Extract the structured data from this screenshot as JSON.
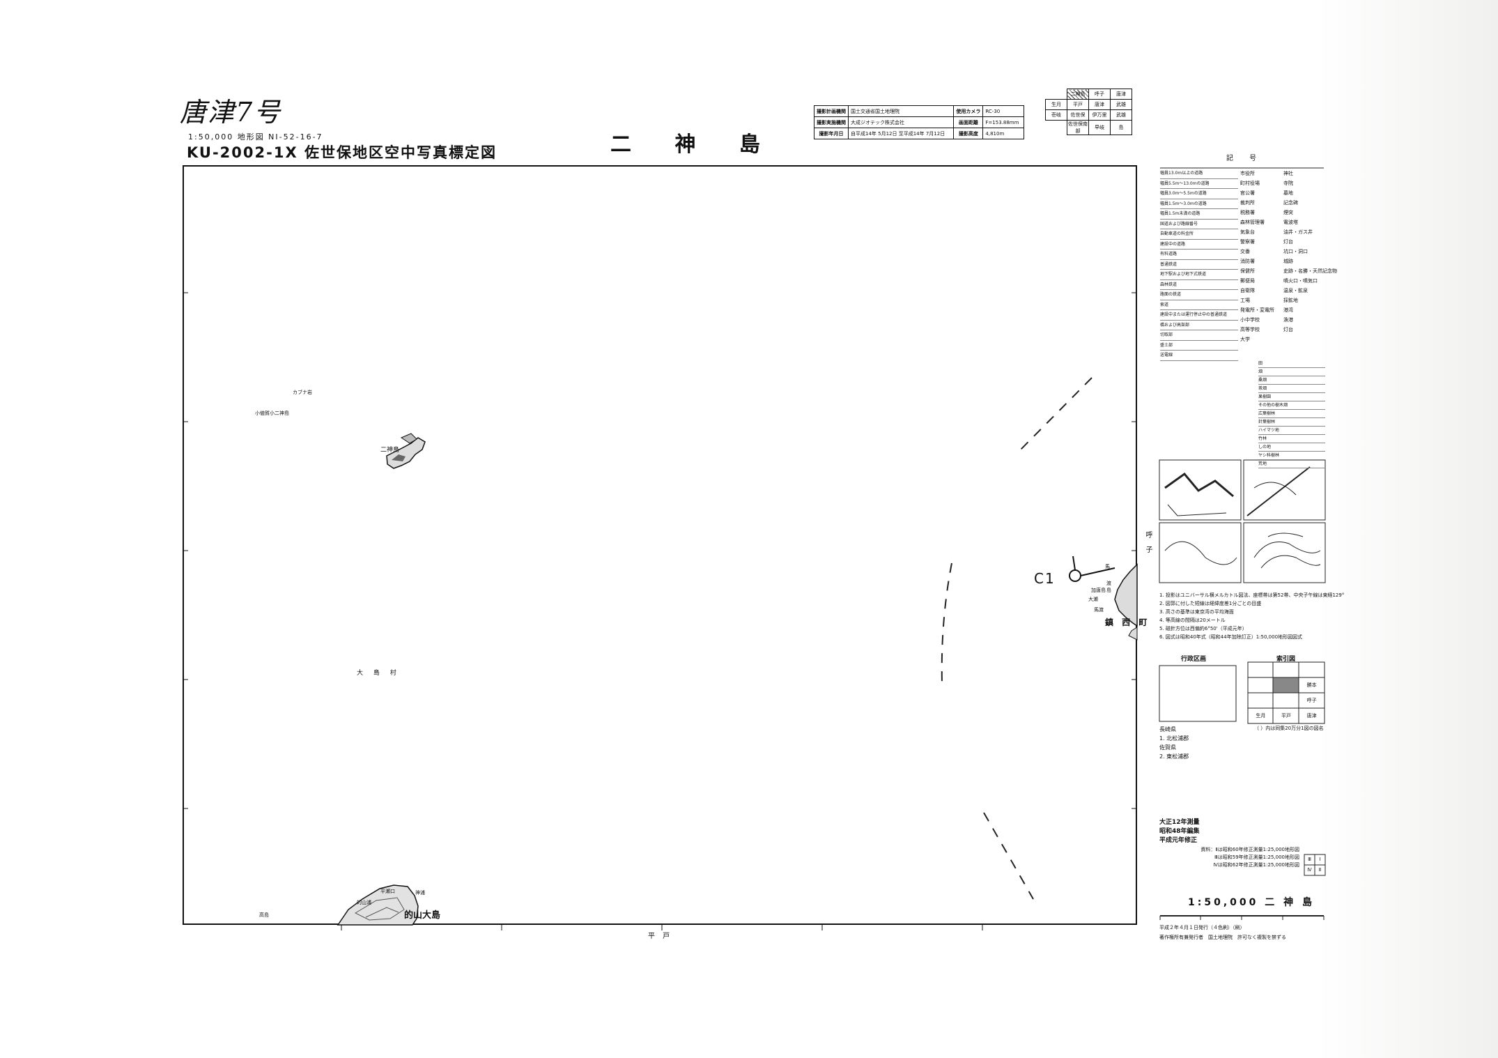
{
  "header": {
    "handwritten": "唐津7号",
    "series_line": "1:50,000 地形図  NI-52-16-7",
    "survey_title": "KU-2002-1X  佐世保地区空中写真標定図",
    "map_name": "二 神 島"
  },
  "info_table": {
    "rows": [
      [
        "撮影計画機関",
        "国土交通省国土地理院",
        "使用カメラ",
        "RC-30"
      ],
      [
        "撮影実施機関",
        "大成ジオテック株式会社",
        "画面距離",
        "F=153.88mm"
      ],
      [
        "撮影年月日",
        "自平成14年 5月12日 至平成14年 7月12日",
        "撮影高度",
        "4,810m"
      ]
    ]
  },
  "index_grid": {
    "rows": [
      [
        "",
        "二神島",
        "呼子",
        "唐津"
      ],
      [
        "生月",
        "平戸",
        "唐津",
        "武雄"
      ],
      [
        "壱岐",
        "佐世保",
        "伊万里",
        "武雄"
      ],
      [
        "",
        "佐世保南部",
        "早岐",
        "島"
      ]
    ]
  },
  "map": {
    "labels": {
      "island_name": "二神島",
      "north_island_small": "カブナ岩",
      "northwest_small": "小値賀小二神島",
      "village": "大 島 村",
      "south_island": "的山大島",
      "south_small_1": "平瀬口",
      "south_small_2": "神浦",
      "south_small_3": "的山浦",
      "south_small_4": "高島",
      "east_point": "C1",
      "east_town": "鎮 西 町",
      "east_island": "加唐島",
      "east_small_1": "馬",
      "east_small_2": "渡",
      "east_small_3": "島",
      "east_small_4": "大瀬",
      "east_small_5": "馬渡",
      "bottom_adjacent": "平 戸",
      "right_adjacent": "呼 子"
    }
  },
  "legend": {
    "title": "記 号",
    "road_items": [
      "幅員13.0m以上の道路",
      "幅員5.5m〜13.0mの道路",
      "幅員3.0m〜5.5mの道路",
      "幅員1.5m〜3.0mの道路",
      "幅員1.5m未満の道路",
      "国道および路線番号",
      "自動車道の料金所",
      "建設中の道路",
      "有料道路",
      "普通鉄道",
      "地下駅および地下式鉄道",
      "森林鉄道",
      "路面の鉄道",
      "索道",
      "建設中または運行停止中の普通鉄道",
      "橋および高架部",
      "切取部",
      "盛土部",
      "送電線"
    ],
    "symbol_items": [
      "市役所",
      "町村役場",
      "官公署",
      "裁判所",
      "税務署",
      "森林管理署",
      "気象台",
      "警察署",
      "交番",
      "消防署",
      "保健所",
      "郵便局",
      "自衛隊",
      "工場",
      "発電所・変電所",
      "小中学校",
      "高等学校",
      "大学"
    ],
    "symbol_items_2": [
      "神社",
      "寺院",
      "墓地",
      "記念碑",
      "煙突",
      "電波塔",
      "油井・ガス井",
      "灯台",
      "坑口・洞口",
      "城跡",
      "史跡・名勝・天然記念物",
      "噴火口・噴気口",
      "温泉・鉱泉",
      "採鉱地",
      "港湾",
      "漁港",
      "灯台"
    ],
    "land_use": [
      "田",
      "畑",
      "桑畑",
      "茶畑",
      "果樹園",
      "その他の樹木畑",
      "広葉樹林",
      "針葉樹林",
      "ハイマツ地",
      "竹林",
      "しの地",
      "ヤシ科樹林",
      "荒地"
    ],
    "notes": [
      "1. 投影はユニバーサル横メルカトル図法、座標帯は第52帯、中央子午線は東経129°",
      "2. 図郭に付した短線は経緯度差1分ごとの目盛",
      "3. 高さの基準は東京湾の平均海面",
      "4. 等高線の間隔は20メートル",
      "5. 磁針方位は西偏約6°50'（平成元年）",
      "6. 図式は昭和40年式（昭和44年加除訂正）1:50,000地形図図式"
    ],
    "admin_title": "行政区画",
    "index_title": "索引図",
    "admin_list": [
      "長崎県",
      "1. 北松浦郡",
      "佐賀県",
      "2. 東松浦郡"
    ],
    "index_cells": [
      "",
      "",
      "",
      "",
      "",
      "勝本",
      "",
      "",
      "呼子",
      "生月",
      "平戸",
      "唐津"
    ],
    "index_note": "（ ）内は同集20万分1図の図名",
    "survey_history": [
      "大正12年測量",
      "昭和48年編集",
      "平成元年修正"
    ],
    "sources": [
      "資料：Ⅱは昭和60年修正測量1:25,000地形図",
      "Ⅲは昭和59年修正測量1:25,000地形図",
      "Ⅳは昭和62年修正測量1:25,000地形図"
    ],
    "sheet_index": [
      "Ⅲ",
      "Ⅰ",
      "Ⅳ",
      "Ⅱ"
    ],
    "scale_title": "1:50,000  二 神 島",
    "publication": "平成２年４月１日発行（４色刷）（刷）",
    "publisher": "著作権所有兼発行者　国土地理院　許可なく複製を禁ずる"
  }
}
